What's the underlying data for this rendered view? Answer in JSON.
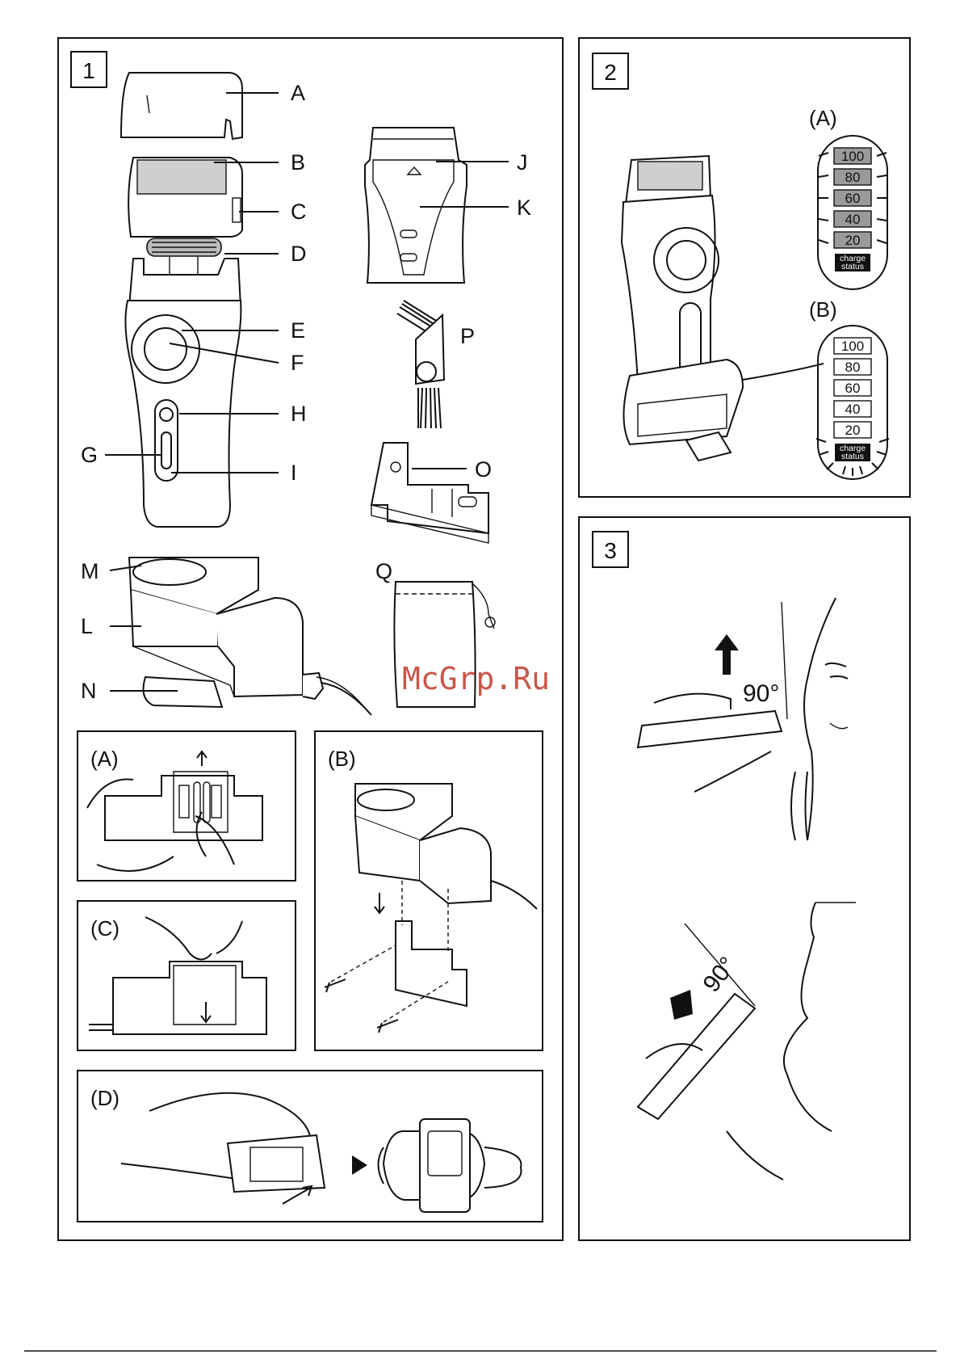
{
  "panels": {
    "p1": "1",
    "p2": "2",
    "p3": "3"
  },
  "parts": [
    "A",
    "B",
    "C",
    "D",
    "E",
    "F",
    "G",
    "H",
    "I",
    "J",
    "K",
    "L",
    "M",
    "N",
    "O",
    "P",
    "Q"
  ],
  "sub_figures": {
    "a": "(A)",
    "b": "(B)",
    "c": "(C)",
    "d": "(D)"
  },
  "charge_gauge": {
    "a_label": "(A)",
    "b_label": "(B)",
    "levels": [
      "100",
      "80",
      "60",
      "40",
      "20"
    ],
    "status_line1": "charge",
    "status_line2": "status",
    "a_lit_levels": 5,
    "b_lit_levels": 0
  },
  "angles": {
    "upper": "90°",
    "lower": "90°"
  },
  "watermark": "McGrp.Ru",
  "colors": {
    "line": "#111111",
    "lit_segment": "#9a9a9a",
    "status_badge": "#111111",
    "watermark": "#c0392b"
  }
}
